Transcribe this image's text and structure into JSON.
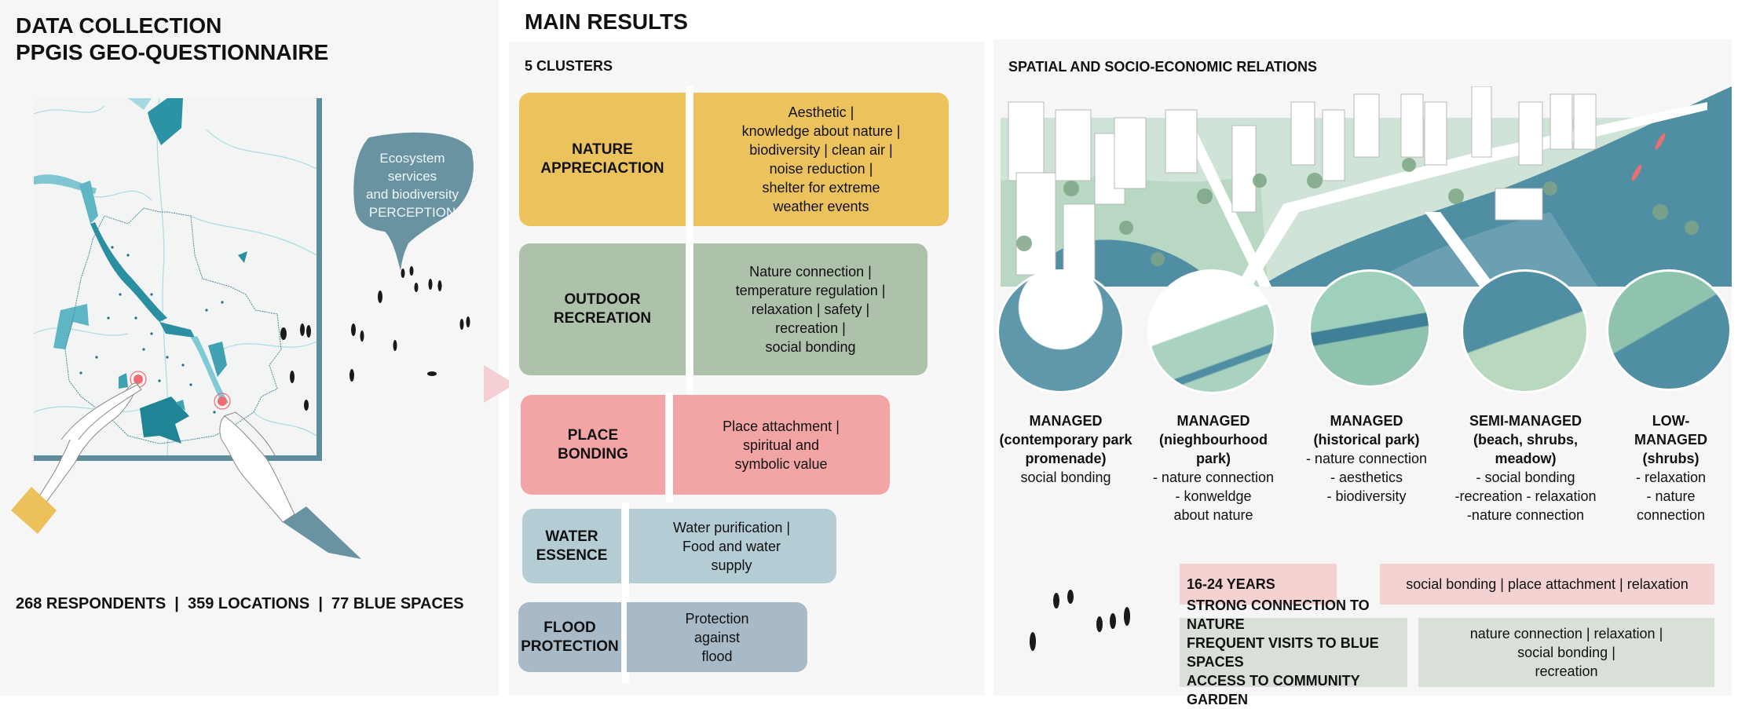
{
  "left": {
    "title_line1": "DATA COLLECTION",
    "title_line2": "PPGIS GEO-QUESTIONNAIRE",
    "bubble": [
      "Ecosystem",
      "services",
      "and biodiversity",
      "PERCEPTION"
    ],
    "stats": "268 RESPONDENTS  |  359 LOCATIONS  |  77 BLUE SPACES",
    "colors": {
      "sleeve_left": "#ecc05a",
      "sleeve_right": "#6a93a2",
      "bubble": "#6a93a2",
      "touch_point": "#ef6b73",
      "map_water": "#2a8fa0",
      "map_frame": "#5e8c9c"
    }
  },
  "middle": {
    "title": "MAIN RESULTS",
    "subtitle": "5 CLUSTERS",
    "clusters": [
      {
        "name": [
          "NATURE",
          "APPRECIACTION"
        ],
        "desc": [
          "Aesthetic |",
          "knowledge about nature |",
          "biodiversity | clean air |",
          "noise reduction |",
          "shelter for extreme",
          "weather events"
        ],
        "color": "#ecc25c"
      },
      {
        "name": [
          "OUTDOOR",
          "RECREATION"
        ],
        "desc": [
          "Nature connection |",
          "temperature regulation |",
          "relaxation | safety |",
          "recreation |",
          "social bonding"
        ],
        "color": "#aec2ab"
      },
      {
        "name": [
          "PLACE",
          "BONDING"
        ],
        "desc": [
          "Place attachment |",
          "spiritual and",
          "symbolic value"
        ],
        "color": "#f2a5a4"
      },
      {
        "name": [
          "WATER",
          "ESSENCE"
        ],
        "desc": [
          "Water purification |",
          "Food and water",
          "supply"
        ],
        "color": "#b4cdd4"
      },
      {
        "name": [
          "FLOOD",
          "PROTECTION"
        ],
        "desc": [
          "Protection",
          "against",
          "flood"
        ],
        "color": "#a8bac7"
      }
    ]
  },
  "right": {
    "title": "SPATIAL AND SOCIO-ECONOMIC RELATIONS",
    "spaces": [
      {
        "type": "MANAGED",
        "sub": [
          "(contemporary park",
          "promenade)"
        ],
        "values": [
          "social bonding"
        ]
      },
      {
        "type": "MANAGED",
        "sub": [
          "(nieghbourhood",
          "park)"
        ],
        "values": [
          "- nature connection",
          "- konweldge",
          "about nature"
        ]
      },
      {
        "type": "MANAGED",
        "sub": [
          "(historical park)"
        ],
        "values": [
          "- nature connection",
          "- aesthetics",
          "- biodiversity"
        ]
      },
      {
        "type": "SEMI-MANAGED",
        "sub": [
          "(beach, shrubs,",
          "meadow)"
        ],
        "values": [
          "- social bonding",
          "-recreation - relaxation",
          "-nature connection"
        ]
      },
      {
        "type": "LOW-",
        "sub": [
          "MANAGED",
          "(shrubs)"
        ],
        "values": [
          "- relaxation",
          "- nature",
          "connection"
        ]
      }
    ],
    "groups": [
      {
        "label": [
          "16-24 YEARS"
        ],
        "values": [
          "social bonding | place attachment | relaxation"
        ]
      },
      {
        "label": [
          "STRONG CONNECTION TO NATURE",
          "FREQUENT VISITS TO BLUE SPACES",
          "ACCESS TO COMMUNITY GARDEN"
        ],
        "values": [
          "nature connection | relaxation |",
          "social bonding |",
          "recreation"
        ]
      }
    ]
  }
}
